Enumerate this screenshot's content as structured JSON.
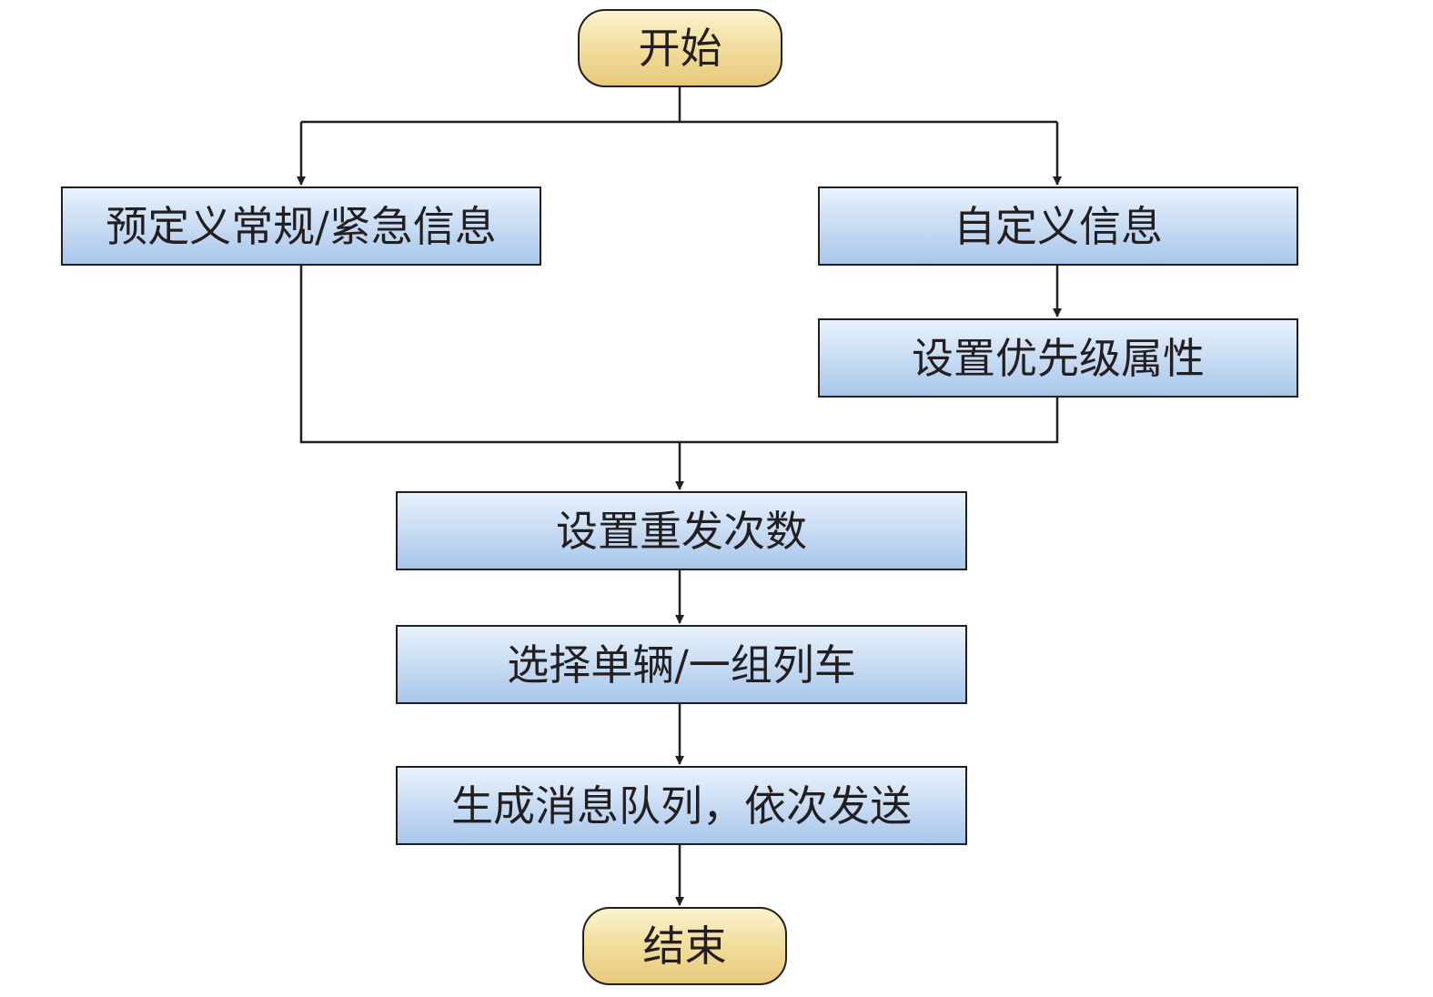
{
  "flowchart": {
    "start": {
      "label": "开始"
    },
    "predefined_message": {
      "label": "预定义常规/紧急信息"
    },
    "custom_message": {
      "label": "自定义信息"
    },
    "set_priority": {
      "label": "设置优先级属性"
    },
    "set_resend_count": {
      "label": "设置重发次数"
    },
    "select_trains": {
      "label": "选择单辆/一组列车"
    },
    "generate_queue": {
      "label": "生成消息队列，依次发送"
    },
    "end": {
      "label": "结束"
    }
  },
  "colors": {
    "stroke": "#231f20",
    "terminal_fill": "#f2dfa0",
    "process_fill": "#c8dcf3"
  }
}
